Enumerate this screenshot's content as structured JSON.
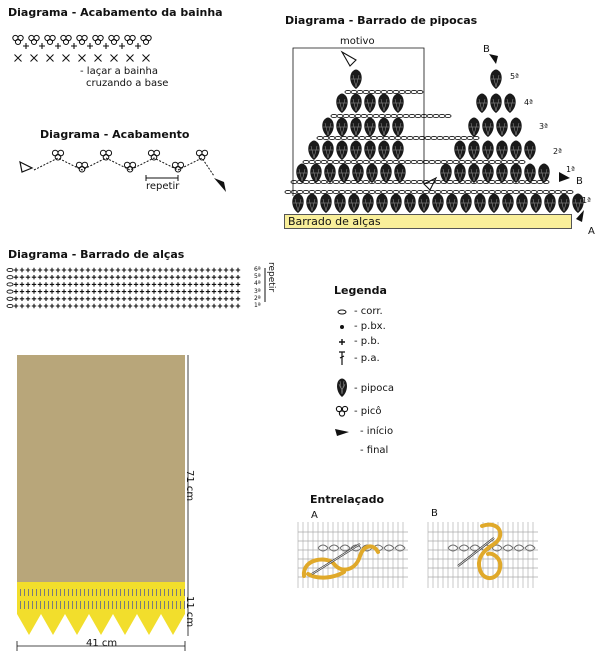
{
  "diagram_bainha": {
    "title": "Diagrama - Acabamento da bainha",
    "note_line1": "- laçar a bainha",
    "note_line2": "cruzando a base"
  },
  "diagram_acabamento": {
    "title": "Diagrama - Acabamento",
    "repeat_label": "repetir"
  },
  "diagram_alcas": {
    "title": "Diagrama - Barrado de alças",
    "repeat_label": "repetir",
    "row_labels": [
      "6ª",
      "5ª",
      "4ª",
      "3ª",
      "2ª",
      "1ª"
    ]
  },
  "diagram_pipocas": {
    "title": "Diagrama - Barrado de pipocas",
    "motivo_label": "motivo",
    "marker_a": "A",
    "marker_b_top": "B",
    "marker_b_bottom": "B",
    "row_labels": [
      "5ª",
      "4ª",
      "3ª",
      "2ª",
      "1ª",
      "1ª"
    ],
    "band_label": "Barrado de alças"
  },
  "legend": {
    "title": "Legenda",
    "items": [
      {
        "icon": "chain-stitch-icon",
        "label": "- corr."
      },
      {
        "icon": "slip-stitch-icon",
        "label": "- p.bx."
      },
      {
        "icon": "single-crochet-icon",
        "label": "- p.b."
      },
      {
        "icon": "double-crochet-icon",
        "label": "- p.a."
      },
      {
        "icon": "popcorn-stitch-icon",
        "label": "- pipoca"
      },
      {
        "icon": "picot-icon",
        "label": "- picô"
      },
      {
        "icon": "start-arrow-icon",
        "label": "- início"
      },
      {
        "icon": "end-arrow-icon",
        "label": "- final"
      }
    ]
  },
  "towel": {
    "height_main": "71 cm",
    "height_border": "11 cm",
    "width": "41 cm",
    "colors": {
      "fabric": "#b8a67a",
      "yarn": "#f2de2c",
      "band": "#f9ef9a"
    }
  },
  "entrelacado": {
    "title": "Entrelaçado",
    "label_a": "A",
    "label_b": "B"
  }
}
